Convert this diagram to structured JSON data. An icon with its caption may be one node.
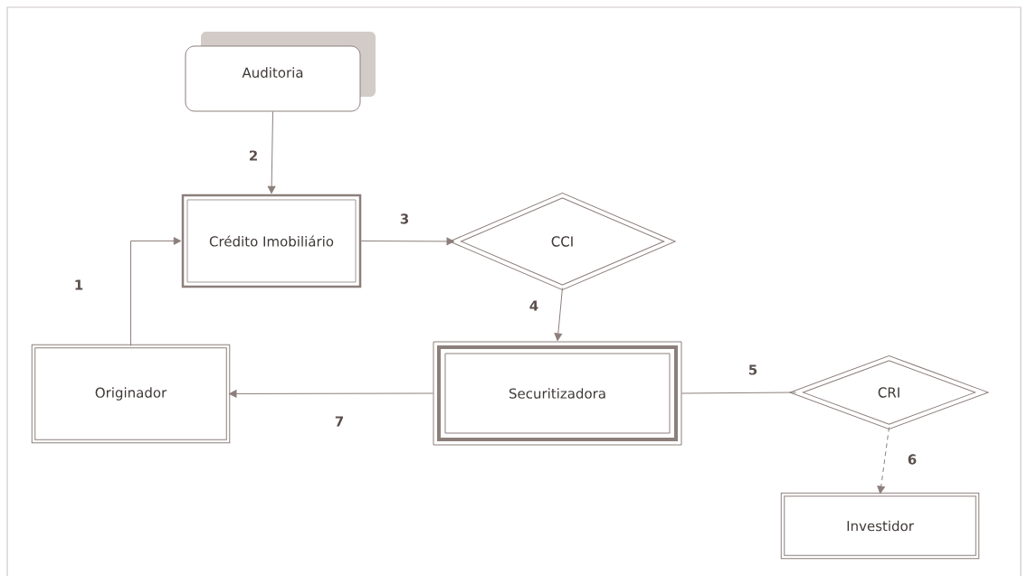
{
  "diagram": {
    "nodes": [
      {
        "text": [
          "Auditoria"
        ]
      },
      {
        "text": [
          "Crédito Imobiliário"
        ]
      },
      {
        "text": [
          "CCI"
        ]
      },
      {
        "text": [
          "Originador"
        ]
      },
      {
        "text": [
          "Securitizadora"
        ]
      },
      {
        "text": [
          "CRI"
        ]
      },
      {
        "text": [
          "Investidor"
        ]
      }
    ],
    "edges": [
      {
        "from": 3,
        "to": 1,
        "arrow": "to",
        "label": "1"
      },
      {
        "from": 0,
        "to": 1,
        "arrow": "to",
        "label": "2"
      },
      {
        "from": 1,
        "to": 2,
        "arrow": "to",
        "label": "3"
      },
      {
        "from": 2,
        "to": 4,
        "arrow": "to",
        "label": "4"
      },
      {
        "from": 4,
        "to": 5,
        "arrow": "none",
        "label": "5"
      },
      {
        "from": 5,
        "to": 6,
        "arrow": "to",
        "label": "6",
        "style": "dashed"
      },
      {
        "from": 4,
        "to": 3,
        "arrow": "to",
        "label": "7"
      }
    ]
  }
}
